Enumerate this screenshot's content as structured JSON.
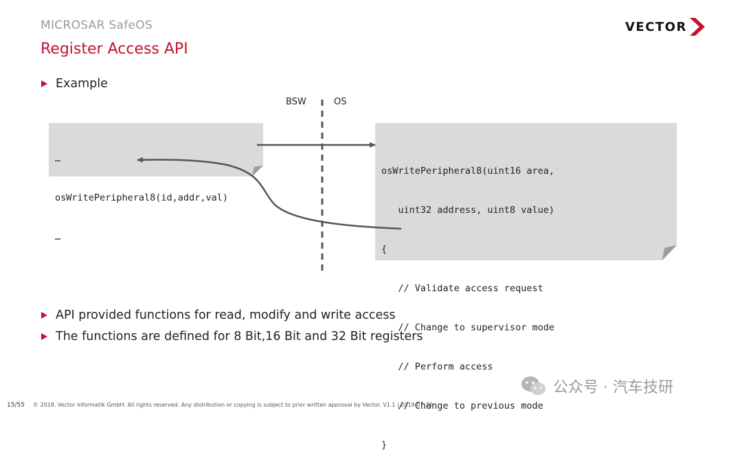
{
  "header": {
    "subtitle": "MICROSAR SafeOS",
    "title": "Register Access API",
    "logo_text": "VECTOR",
    "logo_icon": "chevron-right-icon",
    "brand_color": "#c4122f"
  },
  "bullets": {
    "example": "Example",
    "points": [
      "API provided functions for read, modify and write access",
      "The functions are defined for 8 Bit,16 Bit and 32 Bit registers"
    ]
  },
  "diagram": {
    "bsw_label": "BSW",
    "os_label": "OS",
    "left_code": [
      "…",
      "osWritePeripheral8(id,addr,val)",
      "…"
    ],
    "right_code": [
      "osWritePeripheral8(uint16 area,",
      "   uint32 address, uint8 value)",
      "{",
      "   // Validate access request",
      "   // Change to supervisor mode",
      "   // Perform access",
      "   // Change to previous mode",
      "}"
    ]
  },
  "footer": {
    "page": "15/55",
    "copyright": "© 2018. Vector Informatik GmbH. All rights reserved. Any distribution or copying is subject to prior written approval by Vector. V1.1 | 2019-07-22"
  },
  "watermark": {
    "text": "公众号 · 汽车技研",
    "icon": "wechat-icon"
  }
}
